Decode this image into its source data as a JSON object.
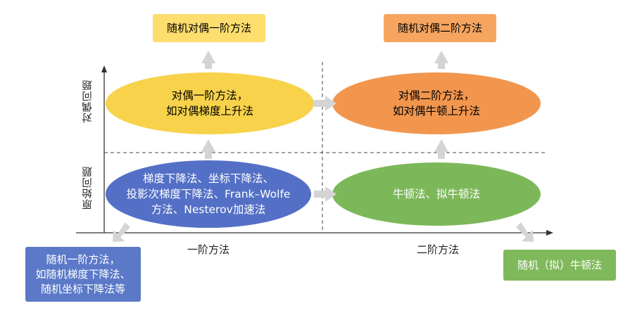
{
  "colors": {
    "yellow": "#f7d24a",
    "orange": "#f2964e",
    "blue": "#5470c6",
    "green": "#7cb85a",
    "yellow_box": "#fcdd6e",
    "orange_box": "#f5a560",
    "blue_box": "#5b79c8",
    "green_box": "#7fb95b",
    "arrow": "#d4d4d4",
    "axis": "#333333"
  },
  "axes": {
    "x_labels": [
      "一阶方法",
      "二阶方法"
    ],
    "y_labels": [
      "原始问题",
      "对偶问题"
    ]
  },
  "nodes": {
    "dual_first": {
      "lines": [
        "对偶一阶方法，",
        "如对偶梯度上升法"
      ]
    },
    "dual_second": {
      "lines": [
        "对偶二阶方法，",
        "如对偶牛顿上升法"
      ]
    },
    "primal_first": {
      "lines": [
        "梯度下降法、坐标下降法、",
        "投影次梯度下降法、Frank–Wolfe",
        "方法、Nesterov加速法"
      ]
    },
    "primal_second": {
      "lines": [
        "牛顿法、拟牛顿法"
      ]
    }
  },
  "boxes": {
    "stoch_dual_first": {
      "lines": [
        "随机对偶一阶方法"
      ]
    },
    "stoch_dual_second": {
      "lines": [
        "随机对偶二阶方法"
      ]
    },
    "stoch_first": {
      "lines": [
        "随机一阶方法，",
        "如随机梯度下降法、",
        "随机坐标下降法等"
      ]
    },
    "stoch_second": {
      "lines": [
        "随机（拟）牛顿法"
      ]
    }
  }
}
